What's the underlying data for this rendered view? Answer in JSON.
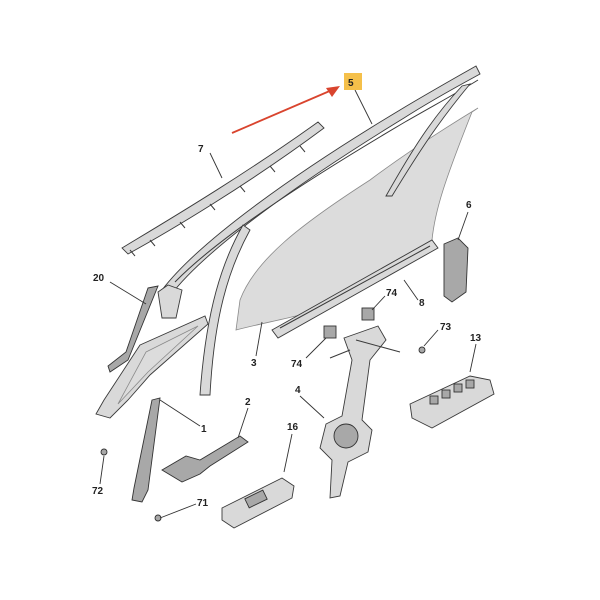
{
  "diagram": {
    "highlight_color": "#f5c04a",
    "arrow_color": "#d9442e",
    "callouts": [
      {
        "id": "c5",
        "text": "5",
        "highlighted": true
      },
      {
        "id": "c7",
        "text": "7"
      },
      {
        "id": "c6",
        "text": "6"
      },
      {
        "id": "c20",
        "text": "20"
      },
      {
        "id": "c74a",
        "text": "74"
      },
      {
        "id": "c8",
        "text": "8"
      },
      {
        "id": "c73",
        "text": "73"
      },
      {
        "id": "c13",
        "text": "13"
      },
      {
        "id": "c3",
        "text": "3"
      },
      {
        "id": "c74b",
        "text": "74"
      },
      {
        "id": "c4",
        "text": "4"
      },
      {
        "id": "c1",
        "text": "1"
      },
      {
        "id": "c2",
        "text": "2"
      },
      {
        "id": "c16",
        "text": "16"
      },
      {
        "id": "c72",
        "text": "72"
      },
      {
        "id": "c71",
        "text": "71"
      }
    ]
  }
}
